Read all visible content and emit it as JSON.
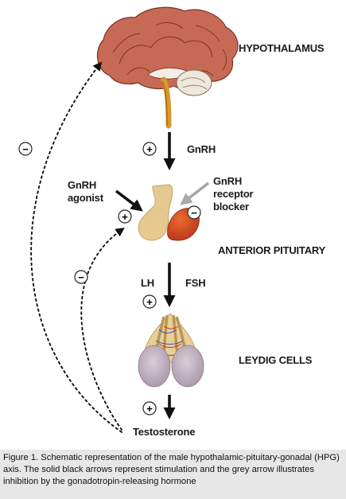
{
  "labels": {
    "hypothalamus": "HYPOTHALAMUS",
    "gnrh": "GnRH",
    "agonist_line1": "GnRH",
    "agonist_line2": "agonist",
    "blocker_line1": "GnRH",
    "blocker_line2": "receptor",
    "blocker_line3": "blocker",
    "anterior_pituitary": "ANTERIOR PITUITARY",
    "lh": "LH",
    "fsh": "FSH",
    "leydig_cells": "LEYDIG CELLS",
    "testosterone": "Testosterone"
  },
  "signs": {
    "plus": "+",
    "minus": "−"
  },
  "caption": "Figure 1. Schematic representation of the male hypothalamic-pituitary-gonadal (HPG) axis. The solid black arrows represent stimulation and the grey arrow illustrates inhibition by the gonadotropin-releasing hormone",
  "colors": {
    "stimulation_arrow": "#111111",
    "inhibition_arrow": "#a9a9a9",
    "caption_background": "#e7e7e7"
  }
}
